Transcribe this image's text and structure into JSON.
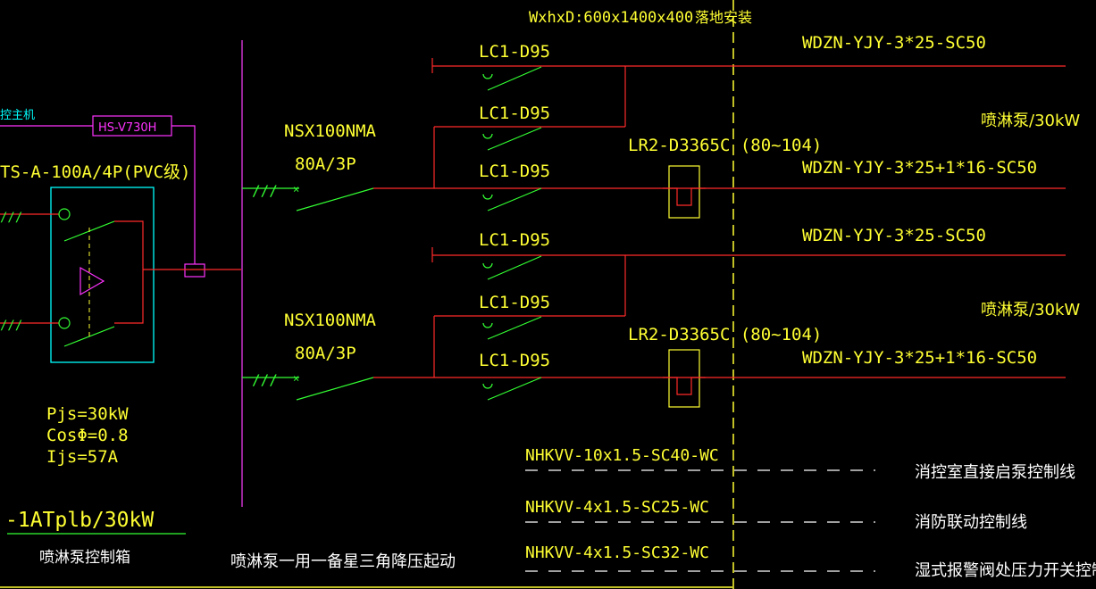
{
  "colors": {
    "background": "#000000",
    "text_yellow": "#ffff33",
    "text_white": "#ffffff",
    "power_line": "#ff2a2a",
    "contact_line": "#33ff33",
    "panel_outline": "#00ffff",
    "control_line": "#ff33ff",
    "bus_bar": "#cc33cc",
    "dashed_divider": "#ffff33"
  },
  "header": {
    "cabinet_dims": "WxhxD:600x1400x400",
    "cabinet_mount": "落地安装"
  },
  "left_panel": {
    "host_label": "控主机",
    "hs_module": "HS-V730H",
    "ats_label": "TS-A-100A/4P(PVC级)",
    "calc": {
      "pjs": "Pjs=30kW",
      "cos": "CosΦ=0.8",
      "ijs": "Ijs=57A"
    },
    "box_id": "-1ATplb/30kW",
    "box_name": "喷淋泵控制箱",
    "start_mode": "喷淋泵一用一备星三角降压起动"
  },
  "groups": [
    {
      "breaker_model": "NSX100NMA",
      "breaker_rating": "80A/3P",
      "contactors": [
        "LC1-D95",
        "LC1-D95",
        "LC1-D95"
      ],
      "overload_relay": "LR2-D3365C (80~104)",
      "pump_label": "喷淋泵/30kW",
      "cable_main": "WDZN-YJY-3*25-SC50",
      "cable_load": "WDZN-YJY-3*25+1*16-SC50"
    },
    {
      "breaker_model": "NSX100NMA",
      "breaker_rating": "80A/3P",
      "contactors": [
        "LC1-D95",
        "LC1-D95",
        "LC1-D95"
      ],
      "overload_relay": "LR2-D3365C (80~104)",
      "pump_label": "喷淋泵/30kW",
      "cable_main": "WDZN-YJY-3*25-SC50",
      "cable_load": "WDZN-YJY-3*25+1*16-SC50"
    }
  ],
  "control_lines": [
    {
      "cable": "NHKVV-10x1.5-SC40-WC",
      "description": "消控室直接启泵控制线"
    },
    {
      "cable": "NHKVV-4x1.5-SC25-WC",
      "description": "消防联动控制线"
    },
    {
      "cable": "NHKVV-4x1.5-SC32-WC",
      "description": "湿式报警阀处压力开关控制线"
    }
  ]
}
